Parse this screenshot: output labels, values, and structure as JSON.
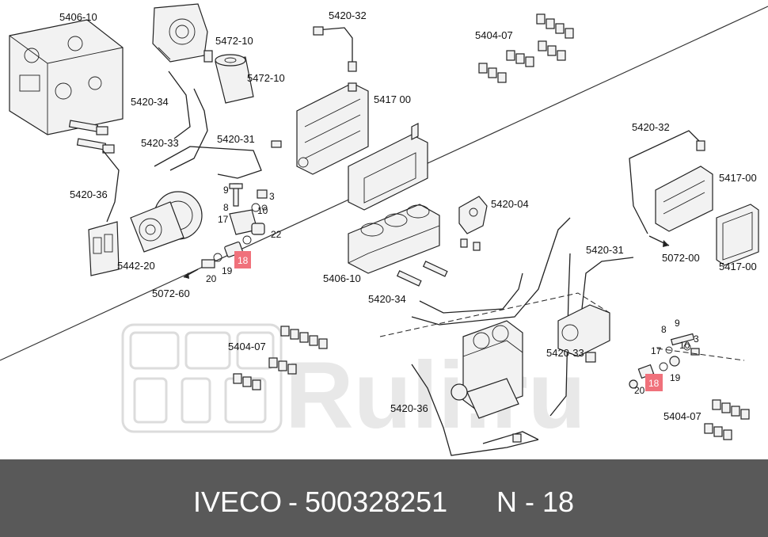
{
  "diagram": {
    "labels_left": [
      "5406-10",
      "5472-10",
      "5472-10",
      "5420-34",
      "5420-33",
      "5420-31",
      "5420-36",
      "9",
      "8",
      "3",
      "10",
      "17",
      "22",
      "5442-20",
      "19",
      "20",
      "5072-60"
    ],
    "labels_top": [
      "5420-32",
      "5404-07",
      "5417 00"
    ],
    "labels_center": [
      "5420-04",
      "5406-10",
      "5420-34",
      "5404-07",
      "5420-33",
      "5420-36"
    ],
    "labels_right": [
      "5420-32",
      "5417-00",
      "5072-00",
      "5417-00",
      "5420-31",
      "9",
      "8",
      "10",
      "3",
      "17",
      "19",
      "20",
      "5404-07"
    ],
    "highlight_left": "18",
    "highlight_right": "18",
    "highlight_color": "#f0717b",
    "watermark": "Ruli.ru"
  },
  "footer": {
    "brand": "IVECO",
    "separator": "-",
    "part_number": "500328251",
    "position": "N - 18",
    "background": "#595959",
    "text_color": "#ffffff"
  }
}
